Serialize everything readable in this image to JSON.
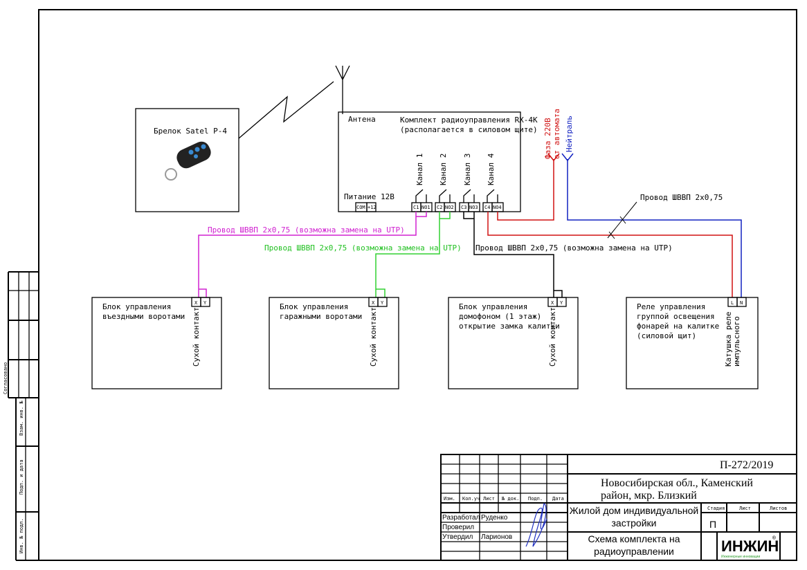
{
  "colors": {
    "magenta": "#d020d0",
    "green": "#30d030",
    "red": "#d01010",
    "blue": "#1020c0",
    "signature": "#2030c0",
    "logo_green": "#2a9a2a"
  },
  "keyfob": {
    "label": "Брелок Satel P-4",
    "icon": "keyfob-remote-icon"
  },
  "receiver": {
    "antenna": "Антена",
    "title": "Комплект радиоуправления RX-4K",
    "subtitle": "(располагается в силовом щите)",
    "power": "Питание 12В",
    "power_terminals": [
      "COM",
      "+12"
    ],
    "channels": [
      {
        "label": "Канал 1",
        "c": "C1",
        "no": "NO1"
      },
      {
        "label": "Канал 2",
        "c": "C2",
        "no": "NO2"
      },
      {
        "label": "Канал 3",
        "c": "C3",
        "no": "NO3"
      },
      {
        "label": "Канал 4",
        "c": "C4",
        "no": "NO4"
      }
    ]
  },
  "supply": {
    "phase_1": "Фаза 220В",
    "phase_2": "от автомата",
    "neutral": "Нейтраль"
  },
  "wires": {
    "magenta": "Провод ШВВП 2х0,75 (возможна замена на UTP)",
    "green": "Провод ШВВП 2х0,75 (возможна замена на UTP)",
    "black": "Провод ШВВП 2х0,75 (возможна замена на UTP)",
    "power": "Провод ШВВП 2х0,75"
  },
  "blocks": [
    {
      "lines": [
        "Блок управления",
        "въездными воротами"
      ],
      "terminals": [
        "X",
        "Y"
      ],
      "contact": [
        "Сухой контакт"
      ]
    },
    {
      "lines": [
        "Блок управления",
        "гаражными воротами"
      ],
      "terminals": [
        "X",
        "Y"
      ],
      "contact": [
        "Сухой контакт"
      ]
    },
    {
      "lines": [
        "Блок управления",
        "домофоном (1 этаж)",
        "открытие замка калитки"
      ],
      "terminals": [
        "X",
        "Y"
      ],
      "contact": [
        "Сухой контакт"
      ]
    },
    {
      "lines": [
        "Реле управления",
        "группой освещения",
        "фонарей на калитке",
        "(силовой щит)"
      ],
      "terminals": [
        "L",
        "N"
      ],
      "contact": [
        "Катушка реле",
        "импульсного"
      ]
    }
  ],
  "side_stamp": {
    "vzam": "Взам. инв. №",
    "podp": "Подп. и дата",
    "inv": "Инв. № подл.",
    "sogl": "Согласовано"
  },
  "title_block": {
    "code": "П-272/2019",
    "address_1": "Новосибирская обл., Каменский",
    "address_2": "район, мкр. Близкий",
    "object_1": "Жилой дом индивидуальной",
    "object_2": "застройки",
    "sheet_title_1": "Схема комплекта на",
    "sheet_title_2": "радиоуправлении",
    "headers": [
      "Изм.",
      "Кол.уч",
      "Лист",
      "№ док.",
      "Подп.",
      "Дата"
    ],
    "stage_headers": [
      "Стадия",
      "Лист",
      "Листов"
    ],
    "stage": "П",
    "people": [
      {
        "role": "Разработал",
        "name": "Руденко"
      },
      {
        "role": "Проверил",
        "name": ""
      },
      {
        "role": "Утвердил",
        "name": "Ларионов"
      }
    ],
    "logo": "ИНЖИН",
    "logo_sub": "Инженерные инновации"
  }
}
